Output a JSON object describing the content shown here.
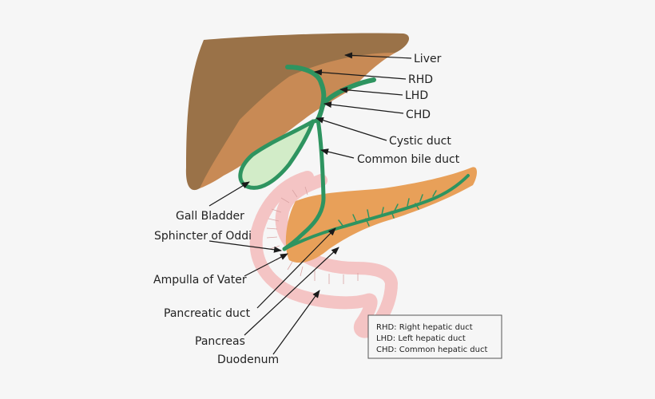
{
  "labels": {
    "liver": "Liver",
    "rhd": "RHD",
    "lhd": "LHD",
    "chd": "CHD",
    "cystic_duct": "Cystic duct",
    "common_bile_duct": "Common bile duct",
    "gall_bladder": "Gall Bladder",
    "sphincter": "Sphincter of Oddi",
    "ampulla": "Ampulla of Vater",
    "pancreatic_duct": "Pancreatic duct",
    "pancreas": "Pancreas",
    "duodenum": "Duodenum"
  },
  "legend": {
    "rhd": "RHD: Right hepatic duct",
    "lhd": "LHD: Left hepatic duct",
    "chd": "CHD: Common hepatic duct"
  },
  "colors": {
    "liver_dark": "#9a7248",
    "liver_light": "#c88a55",
    "duct": "#2e9460",
    "gall_fill": "#d2ecc8",
    "pancreas": "#e8a059",
    "duodenum": "#f4c4c4",
    "background": "#f6f6f6"
  }
}
